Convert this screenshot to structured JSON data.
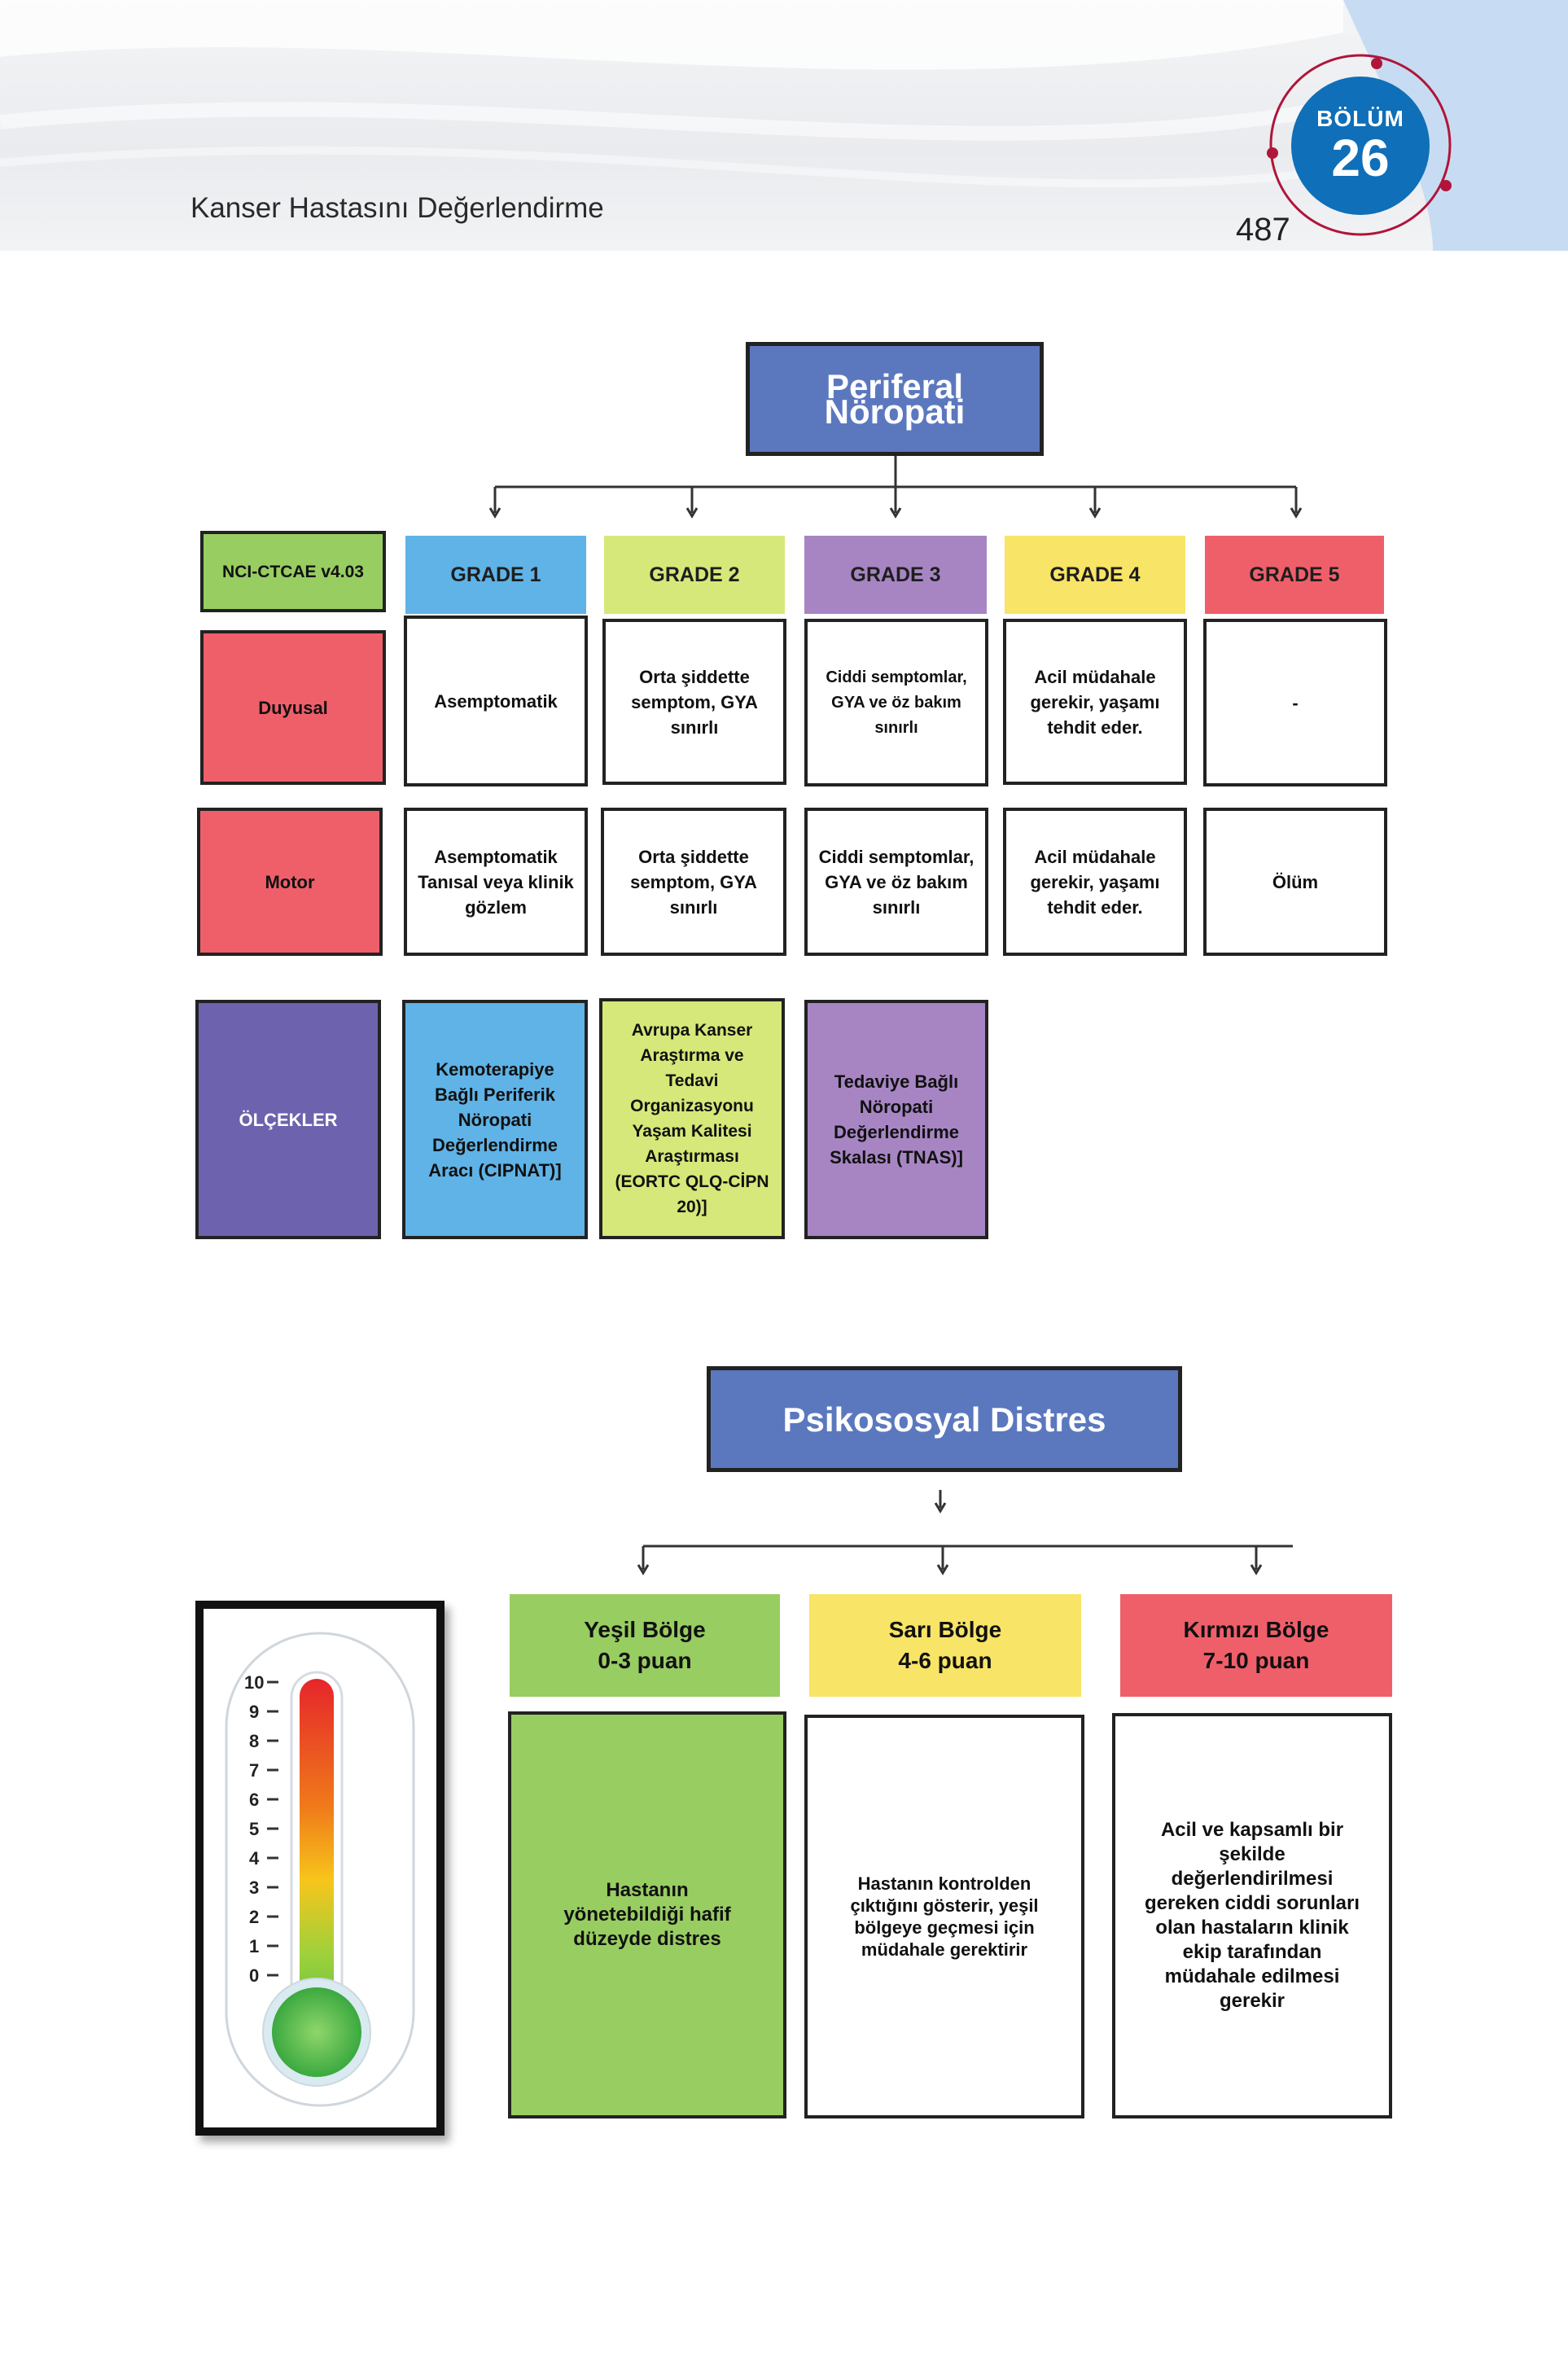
{
  "header": {
    "running_title": "Kanser Hastasını Değerlendirme",
    "page_number": "487",
    "chapter_label": "BÖLÜM",
    "chapter_number": "26"
  },
  "colors": {
    "title_blue": "#5b78bf",
    "green": "#98cd62",
    "blue": "#5fb3e6",
    "lime": "#d6e879",
    "purple": "#a785c3",
    "yellow": "#f8e466",
    "red": "#ef5f6a",
    "dark_purple": "#6d62ad",
    "chapter_blue": "#0f6fb8",
    "accent_red": "#b0153a"
  },
  "neuropathy": {
    "title": "Periferal Nöropati",
    "classification": "NCI-CTCAE v4.03",
    "grades": [
      "GRADE 1",
      "GRADE 2",
      "GRADE 3",
      "GRADE 4",
      "GRADE 5"
    ],
    "sensory": {
      "label": "Duyusal",
      "cells": [
        "Asemptomatik",
        "Orta şiddette semptom, GYA sınırlı",
        "Ciddi semptomlar, GYA ve öz bakım sınırlı",
        "Acil müdahale gerekir, yaşamı tehdit eder.",
        "-"
      ]
    },
    "motor": {
      "label": "Motor",
      "cells": [
        "Asemptomatik Tanısal veya klinik gözlem",
        "Orta şiddette semptom, GYA sınırlı",
        "Ciddi semptomlar, GYA ve öz bakım sınırlı",
        "Acil müdahale gerekir, yaşamı tehdit eder.",
        "Ölüm"
      ]
    },
    "scales": {
      "label": "ÖLÇEKLER",
      "items": [
        "Kemoterapiye Bağlı Periferik Nöropati Değerlendirme Aracı (CIPNAT)]",
        "Avrupa Kanser Araştırma ve Tedavi Organizasyonu Yaşam Kalitesi Araştırması (EORTC QLQ-CİPN 20)]",
        "Tedaviye Bağlı Nöropati Değerlendirme Skalası (TNAS)]"
      ]
    }
  },
  "distress": {
    "title": "Psikososyal Distres",
    "thermometer_ticks": [
      "10",
      "9",
      "8",
      "7",
      "6",
      "5",
      "4",
      "3",
      "2",
      "1",
      "0"
    ],
    "zones": [
      {
        "name": "Yeşil Bölge",
        "range": "0-3 puan",
        "description": "Hastanın yönetebildiği hafif düzeyde distres"
      },
      {
        "name": "Sarı Bölge",
        "range": "4-6 puan",
        "description": "Hastanın kontrolden çıktığını gösterir, yeşil bölgeye geçmesi için müdahale gerektirir"
      },
      {
        "name": "Kırmızı Bölge",
        "range": "7-10 puan",
        "description": "Acil ve kapsamlı bir şekilde değerlendirilmesi gereken ciddi sorunları olan hastaların klinik ekip tarafından müdahale edilmesi gerekir"
      }
    ]
  }
}
